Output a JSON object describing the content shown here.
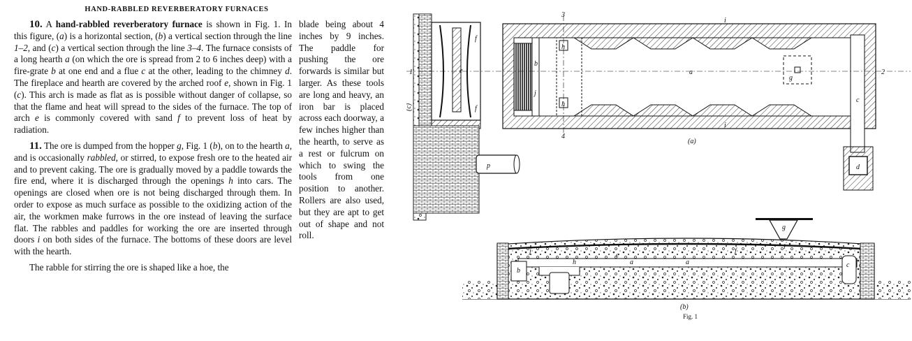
{
  "running_head": "HAND-RABBLED REVERBERATORY FURNACES",
  "paragraphs": {
    "p10": {
      "num": "10.",
      "t1": " A ",
      "bold": "hand-rabbled reverberatory furnace",
      "t2": " is shown in Fig. 1. In this figure, (",
      "a": "a",
      "t3": ") is a horizontal section, (",
      "b": "b",
      "t4": ") a vertical section through the line ",
      "l12": "1–2",
      "t5": ", and (",
      "c": "c",
      "t6": ") a vertical section through the line ",
      "l34": "3–4",
      "t7": ". The furnace consists of a long hearth ",
      "ha": "a",
      "t8": " (on which the ore is spread from 2 to 6 inches deep) with a fire-grate ",
      "gb": "b",
      "t9": " at one end and a flue ",
      "fc": "c",
      "t10": " at the other, leading to the chimney ",
      "cd": "d",
      "t11": ". The fireplace and hearth are covered by the arched roof ",
      "re": "e",
      "t12": ", shown in Fig. 1 (",
      "c2": "c",
      "t13": "). This arch is made as flat as is possible without danger of collapse, so that the flame and heat will spread to the sides of the furnace. The top of arch ",
      "ae": "e",
      "t14": " is commonly covered with sand ",
      "sf": "f",
      "t15": " to prevent loss of heat by radiation."
    },
    "p11": {
      "num": "11.",
      "t1": " The ore is dumped from the hopper ",
      "g": "g",
      "t2": ", Fig. 1 (",
      "b": "b",
      "t3": "), on to the hearth ",
      "a": "a",
      "t4": ", and is occasionally ",
      "rabbled": "rabbled",
      "t5": ", or stirred, to expose fresh ore to the heated air and to prevent caking. The ore is gradually moved by a paddle towards the fire end, where it is discharged through the openings ",
      "h": "h",
      "t6": " into cars. The openings are closed when ore is not being discharged through them. In order to expose as much surface as possible to the oxidizing action of the air, the workmen make furrows in the ore instead of leaving the surface flat. The rabbles and paddles for working the ore are inserted through doors ",
      "i": "i",
      "t7": " on both sides of the furnace. The bottoms of these doors are level with the hearth."
    },
    "p_last": "The rabble for stirring the ore is shaped like a hoe, the",
    "col_mid": "blade being about 4 inches by 9 inches. The paddle for pushing the ore forwards is similar but larger. As these tools are long and heavy, an iron bar is placed across each doorway, a few inches higher than the hearth, to serve as a rest or fulcrum on which to swing the tools from one position to another. Rollers are also used, but they are apt to get out of shape and not roll."
  },
  "figure": {
    "caption": "Fig. 1",
    "view_a_label": "(a)",
    "view_b_label": "(b)",
    "view_c_label": "(c)",
    "labels": {
      "a": "a",
      "b": "b",
      "c": "c",
      "d": "d",
      "e": "e",
      "f": "f",
      "g": "g",
      "h": "h",
      "i": "i",
      "j": "j",
      "p": "p",
      "line1": "1",
      "line2": "2",
      "line3": "3",
      "line4": "4"
    }
  }
}
